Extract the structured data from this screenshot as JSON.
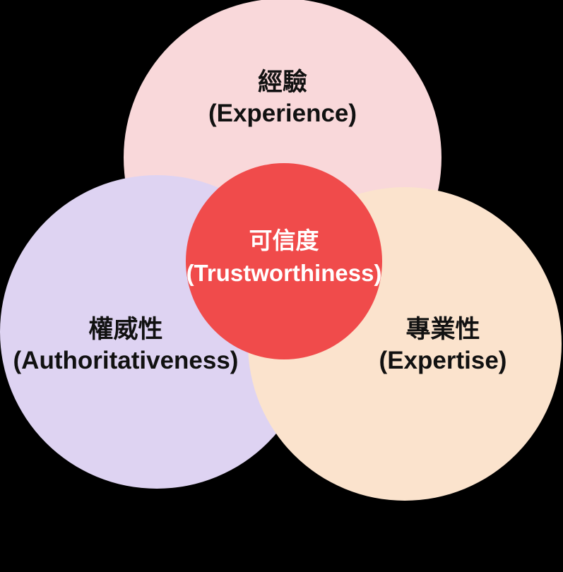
{
  "diagram": {
    "background_color": "#000000",
    "circles": [
      {
        "id": "experience",
        "label_zh": "經驗",
        "label_en": "(Experience)",
        "fill": "#F9D8DA",
        "text_color": "#111111"
      },
      {
        "id": "authoritativeness",
        "label_zh": "權威性",
        "label_en": "(Authoritativeness)",
        "fill": "#DED3F2",
        "text_color": "#111111"
      },
      {
        "id": "expertise",
        "label_zh": "專業性",
        "label_en": "(Expertise)",
        "fill": "#FBE3CD",
        "text_color": "#111111"
      },
      {
        "id": "trustworthiness",
        "label_zh": "可信度",
        "label_en": "(Trustworthiness)",
        "fill": "#F04B4B",
        "text_color": "#FFFFFF"
      }
    ]
  }
}
